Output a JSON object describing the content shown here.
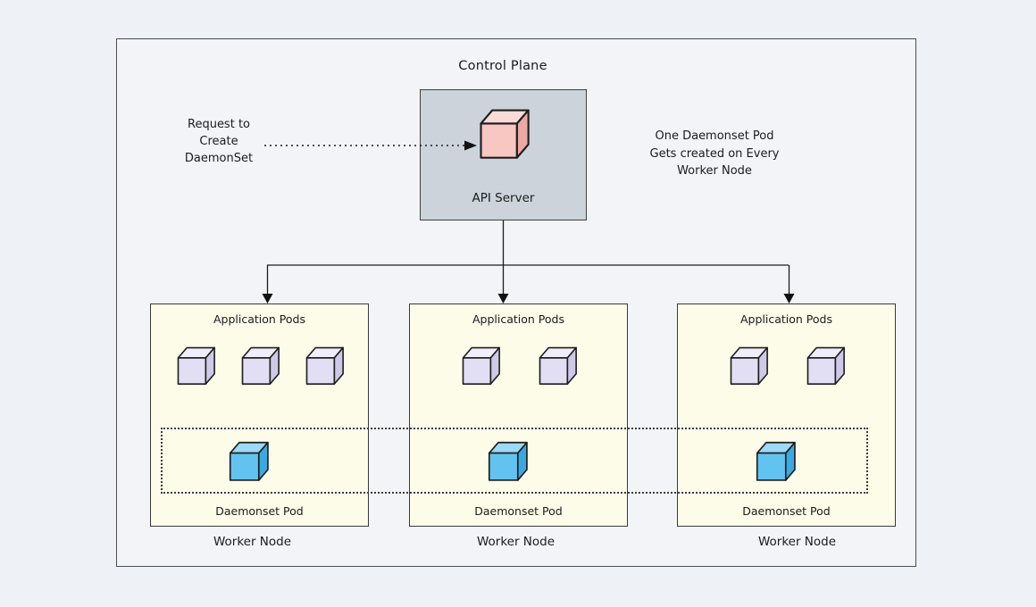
{
  "diagram": {
    "title": "Control Plane",
    "api_server": {
      "label": "API Server"
    },
    "request_note": {
      "lines": [
        "Request to",
        "Create",
        "DaemonSet"
      ]
    },
    "side_note": {
      "lines": [
        "One Daemonset Pod",
        "Gets created on Every",
        "Worker Node"
      ]
    },
    "worker_nodes": [
      {
        "pods_label": "Application Pods",
        "app_pod_count": 3,
        "daemonset_label": "Daemonset Pod",
        "node_label": "Worker Node"
      },
      {
        "pods_label": "Application Pods",
        "app_pod_count": 2,
        "daemonset_label": "Daemonset Pod",
        "node_label": "Worker Node"
      },
      {
        "pods_label": "Application Pods",
        "app_pod_count": 2,
        "daemonset_label": "Daemonset Pod",
        "node_label": "Worker Node"
      }
    ]
  },
  "colors": {
    "background": "#eef1f5",
    "frame_fill": "#f2f4f8",
    "api_box_fill": "#ccd3da",
    "node_box_fill": "#fcfce9",
    "api_cube": "#f8c7c2",
    "app_cube": "#e2def3",
    "daemonset_cube": "#63c3f0",
    "line": "#1c1c1c"
  }
}
